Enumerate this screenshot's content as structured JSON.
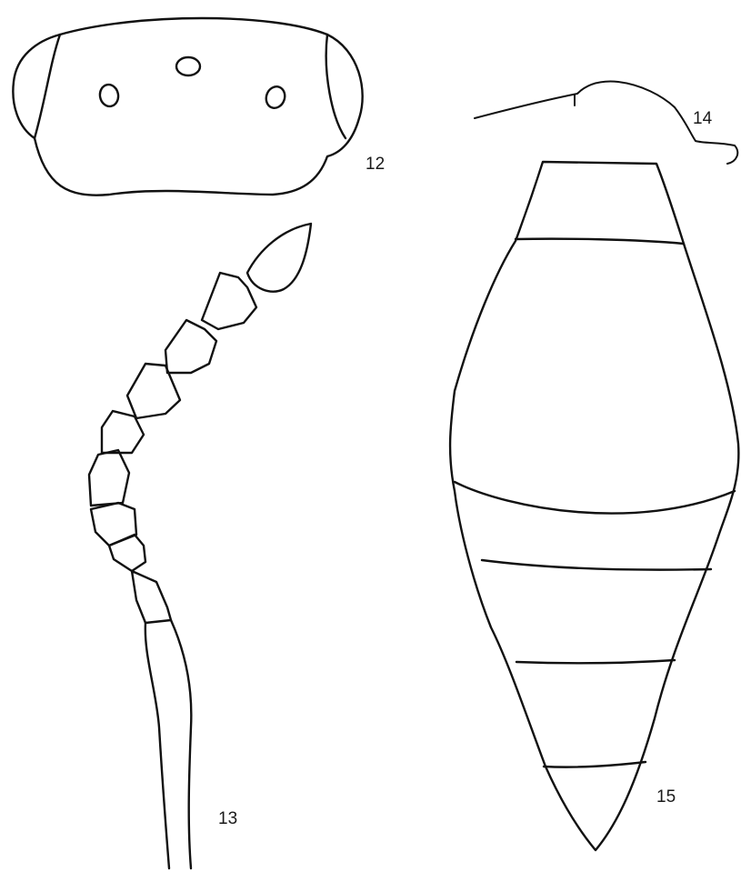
{
  "figures": {
    "head": {
      "number": "12"
    },
    "antenna": {
      "number": "13"
    },
    "petiole_profile": {
      "number": "14"
    },
    "gaster": {
      "number": "15"
    }
  },
  "colors": {
    "ink": "#111111",
    "background": "#ffffff"
  }
}
